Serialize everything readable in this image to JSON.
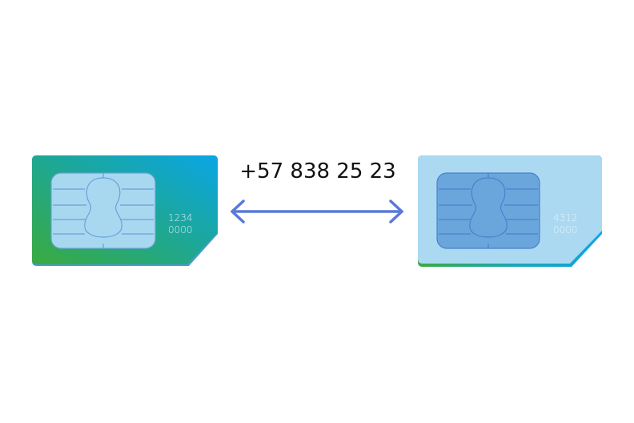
{
  "phone_number": "+57 838 25 23",
  "left_sim": {
    "line1": "1234",
    "line2": "0000",
    "gradient_start": "#3aaa3f",
    "gradient_end": "#0aa6e6",
    "chip_color": "#a8d8f0",
    "chip_stroke": "#6aa0d8"
  },
  "right_sim": {
    "line1": "4312",
    "line2": "0000",
    "body_color": "#aad9f1",
    "accent_green": "#3aaa3f",
    "accent_blue": "#0aa6e6",
    "chip_color": "#6aa6dc",
    "chip_stroke": "#4a80cc"
  },
  "arrow_color": "#5a78dc",
  "icons": {
    "arrow": "double-arrow-icon",
    "chip": "sim-chip-icon"
  }
}
